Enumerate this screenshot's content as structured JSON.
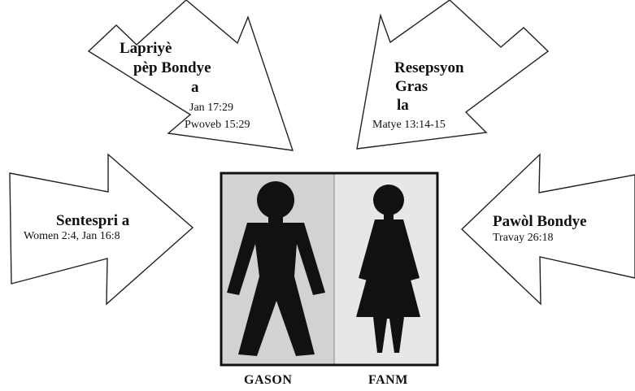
{
  "arrows": {
    "top_left": {
      "title_lines": [
        "Lapriyè",
        "pèp Bondye",
        "a"
      ],
      "refs": [
        "Jan 17:29",
        "Pwoveb 15:29"
      ]
    },
    "top_right": {
      "title_lines": [
        "Resepsyon",
        "Gras",
        "la"
      ],
      "refs": [
        "Matye 13:14-15"
      ]
    },
    "left": {
      "title": "Sentespri a",
      "refs": "Women 2:4, Jan 16:8"
    },
    "right": {
      "title": "Pawòl Bondye",
      "refs": "Travay 26:18"
    }
  },
  "sign": {
    "left_caption": "GASON",
    "right_caption": "FANM",
    "left_panel_color": "#d1d2d3",
    "right_panel_color": "#e6e7e8",
    "figure_color": "#111111"
  }
}
